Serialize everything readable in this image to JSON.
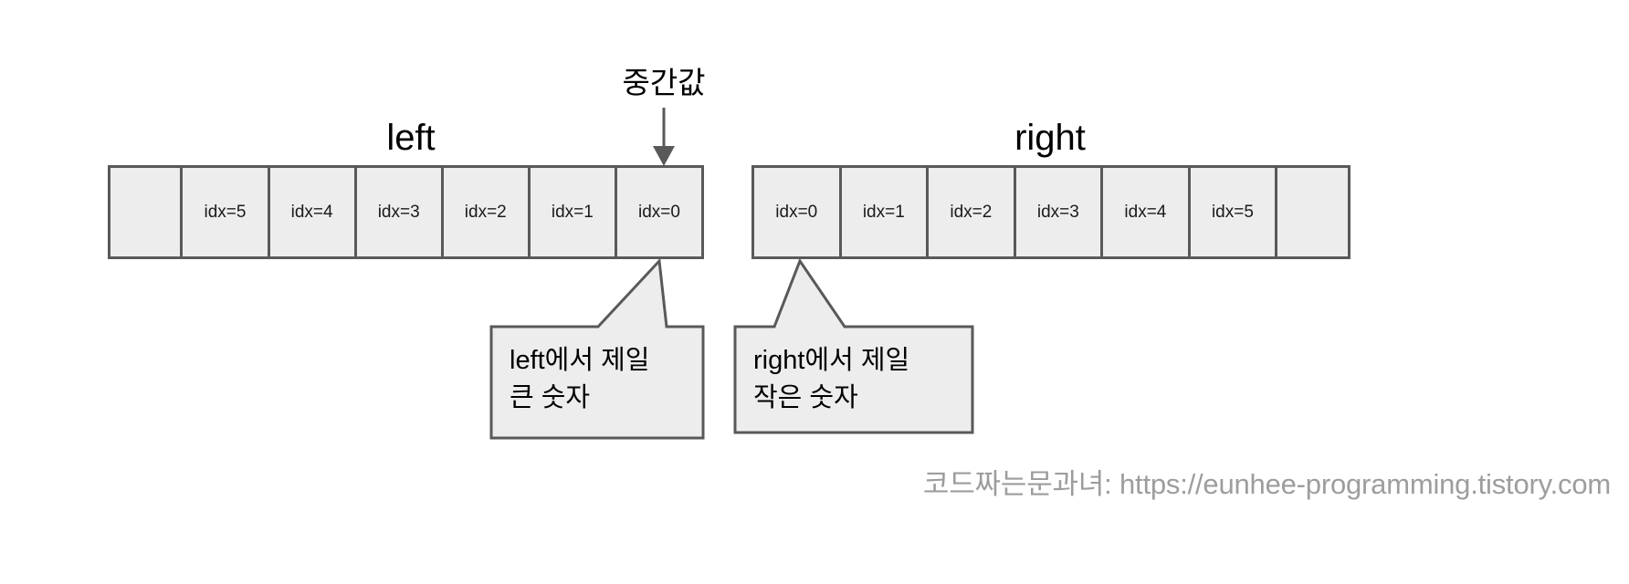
{
  "diagram": {
    "median_pointer": {
      "label": "중간값",
      "icon": "down-arrow-icon"
    },
    "arrays": [
      {
        "id": "left",
        "label": "left",
        "cells": [
          {
            "text": "",
            "empty": true
          },
          {
            "text": "idx=5",
            "empty": false
          },
          {
            "text": "idx=4",
            "empty": false
          },
          {
            "text": "idx=3",
            "empty": false
          },
          {
            "text": "idx=2",
            "empty": false
          },
          {
            "text": "idx=1",
            "empty": false
          },
          {
            "text": "idx=0",
            "empty": false
          }
        ]
      },
      {
        "id": "right",
        "label": "right",
        "cells": [
          {
            "text": "idx=0",
            "empty": false
          },
          {
            "text": "idx=1",
            "empty": false
          },
          {
            "text": "idx=2",
            "empty": false
          },
          {
            "text": "idx=3",
            "empty": false
          },
          {
            "text": "idx=4",
            "empty": false
          },
          {
            "text": "idx=5",
            "empty": false
          },
          {
            "text": "",
            "empty": true
          }
        ]
      }
    ],
    "callouts": [
      {
        "id": "left-callout",
        "text": "left에서 제일\n큰 숫자",
        "points_to": "left array idx=0"
      },
      {
        "id": "right-callout",
        "text": "right에서 제일\n작은 숫자",
        "points_to": "right array idx=0"
      }
    ],
    "watermark": "코드짜는문과녀: https://eunhee-programming.tistory.com",
    "colors": {
      "cell_fill": "#ededed",
      "cell_border": "#595959",
      "callout_fill": "#ededed",
      "callout_border": "#595959",
      "arrow": "#595959",
      "text": "#000000",
      "watermark_text": "#9d9d9d",
      "background": "#ffffff"
    }
  }
}
